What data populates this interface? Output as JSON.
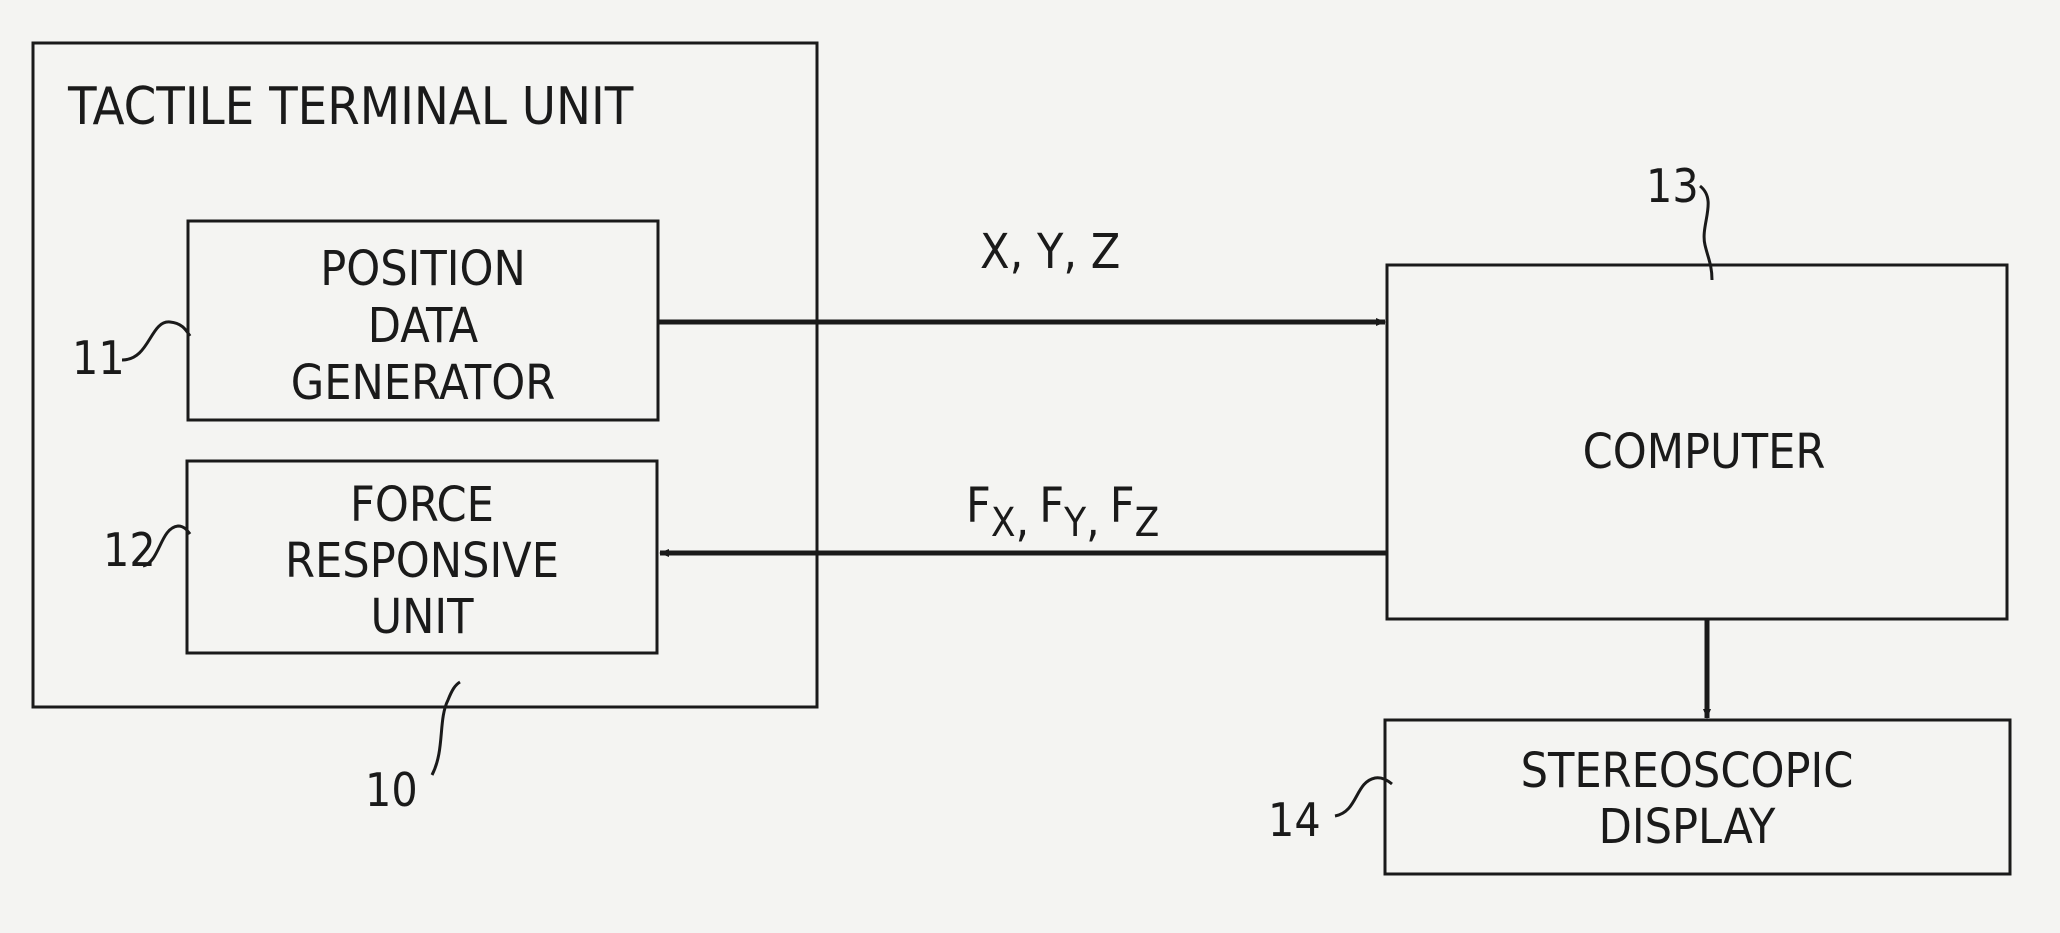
{
  "title": "TACTILE TERMINAL UNIT",
  "blocks": {
    "position": [
      "POSITION",
      "DATA",
      "GENERATOR"
    ],
    "force": [
      "FORCE",
      "RESPONSIVE",
      "UNIT"
    ],
    "computer": "COMPUTER",
    "display": [
      "STEREOSCOPIC",
      "DISPLAY"
    ]
  },
  "signals": {
    "position_out": "X, Y, Z",
    "force_in": {
      "f": "F",
      "subs": [
        "X",
        "Y",
        "Z"
      ],
      "sep": ","
    }
  },
  "refs": {
    "terminal": "10",
    "position": "11",
    "force": "12",
    "computer": "13",
    "display": "14"
  }
}
